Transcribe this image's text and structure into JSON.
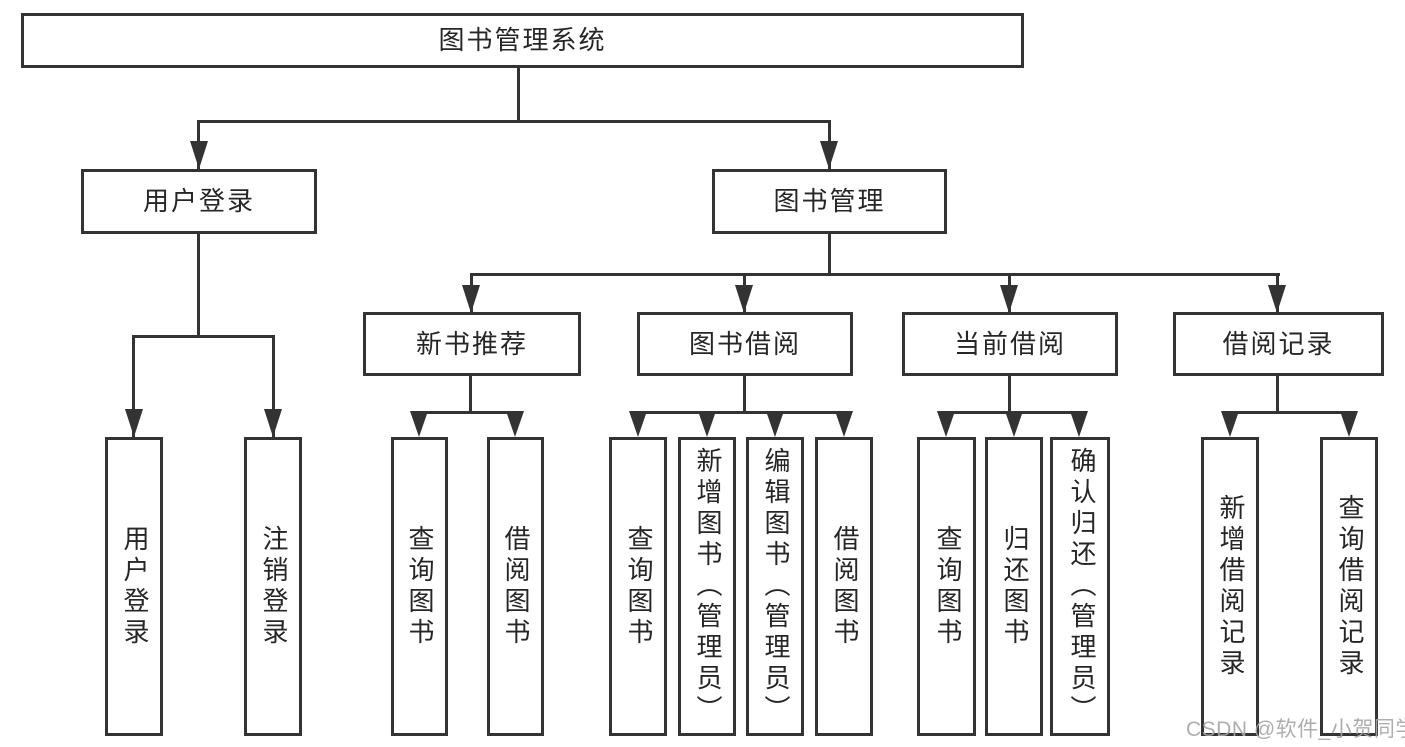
{
  "root": {
    "label": "图书管理系统"
  },
  "level2": {
    "user_login": {
      "label": "用户登录"
    },
    "book_management": {
      "label": "图书管理"
    }
  },
  "level3": {
    "new_book_recommend": {
      "label": "新书推荐"
    },
    "book_borrow": {
      "label": "图书借阅"
    },
    "current_borrow": {
      "label": "当前借阅"
    },
    "borrow_records": {
      "label": "借阅记录"
    }
  },
  "leaves": {
    "user_login": {
      "label": "用户登录"
    },
    "logout": {
      "label": "注销登录"
    },
    "recommend_query_books": {
      "label": "查询图书"
    },
    "recommend_borrow_books": {
      "label": "借阅图书"
    },
    "borrow_query_books": {
      "label": "查询图书"
    },
    "borrow_add_books": {
      "label": "新增图书（管理员）"
    },
    "borrow_edit_books": {
      "label": "编辑图书（管理员）"
    },
    "borrow_borrow_books": {
      "label": "借阅图书"
    },
    "current_query_books": {
      "label": "查询图书"
    },
    "current_return_books": {
      "label": "归还图书"
    },
    "current_confirm_return": {
      "label": "确认归还（管理员）"
    },
    "records_add_record": {
      "label": "新增借阅记录"
    },
    "records_query_record": {
      "label": "查询借阅记录"
    }
  },
  "watermark": {
    "text": "CSDN @软件_小贺同学"
  },
  "colors": {
    "line": "#333333",
    "text": "#262626",
    "box_background": "#ffffff",
    "page_background": "#ffffff",
    "watermark": "#a5a5a5"
  }
}
